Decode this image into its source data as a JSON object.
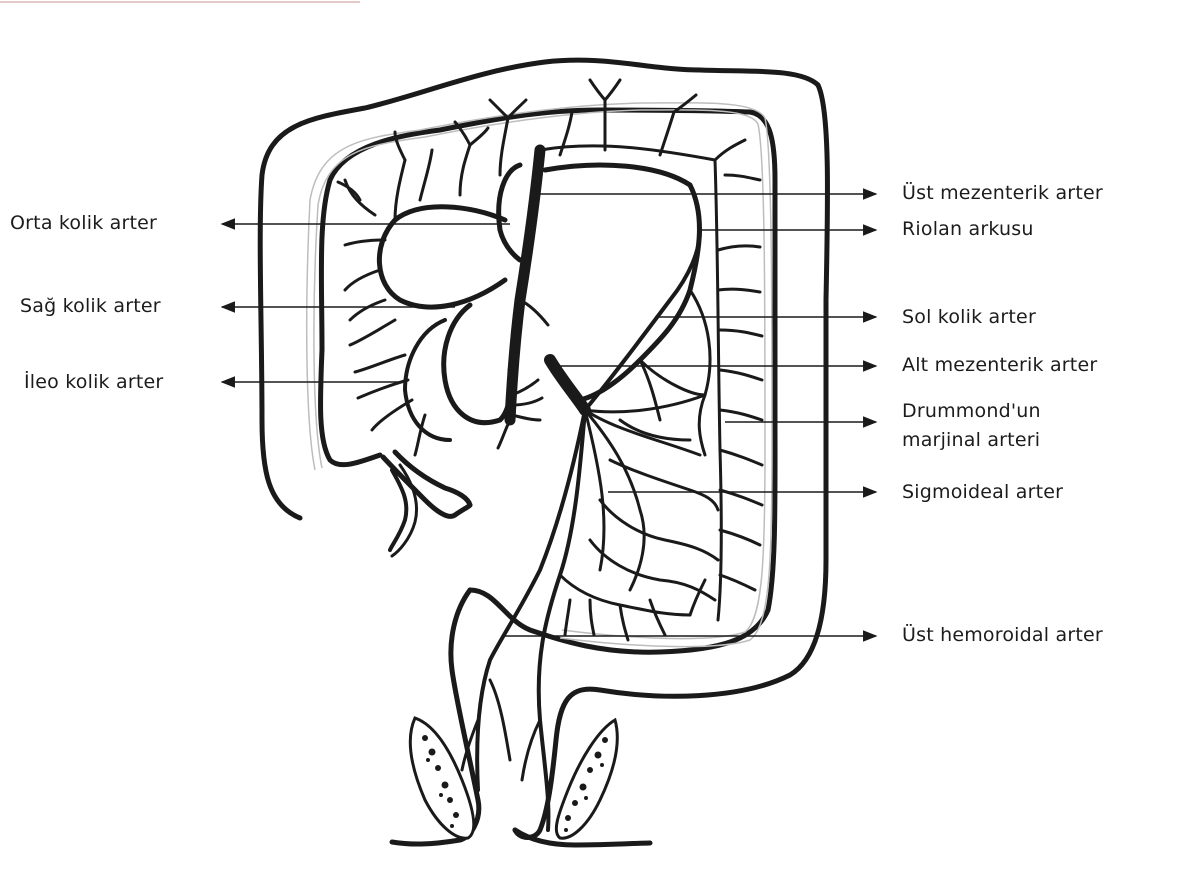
{
  "labels_left": {
    "orta_kolik": "Orta kolik arter",
    "sag_kolik": "Sağ kolik arter",
    "ileo_kolik": "İleo kolik arter"
  },
  "labels_right": {
    "ust_mezenterik": "Üst mezenterik arter",
    "riolan": "Riolan arkusu",
    "sol_kolik": "Sol kolik arter",
    "alt_mezenterik": "Alt mezenterik arter",
    "drummond_line1": "Drummond'un",
    "drummond_line2": "marjinal arteri",
    "sigmoideal": "Sigmoideal arter",
    "ust_hemoroidal": "Üst hemoroidal arter"
  },
  "colors": {
    "ink": "#1a1a1a",
    "paper": "#ffffff",
    "faint": "#bdbdbd"
  }
}
